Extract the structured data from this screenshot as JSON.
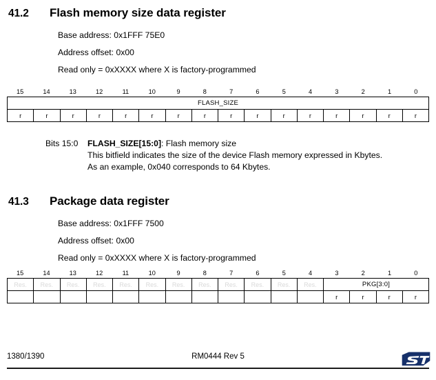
{
  "document": {
    "footer": {
      "page_number": "1380/1390",
      "doc_reference": "RM0444 Rev 5",
      "logo_name": "st-logo"
    }
  },
  "sections": [
    {
      "number": "41.2",
      "title": "Flash memory size data register",
      "lines": [
        "Base address: 0x1FFF 75E0",
        "Address offset: 0x00",
        "Read only = 0xXXXX where X is factory-programmed"
      ],
      "bit_numbers": [
        "15",
        "14",
        "13",
        "12",
        "11",
        "10",
        "9",
        "8",
        "7",
        "6",
        "5",
        "4",
        "3",
        "2",
        "1",
        "0"
      ],
      "fields": [
        {
          "label": "FLASH_SIZE",
          "span": 16,
          "reserved": false
        }
      ],
      "access": [
        {
          "label": "r",
          "span": 1
        },
        {
          "label": "r",
          "span": 1
        },
        {
          "label": "r",
          "span": 1
        },
        {
          "label": "r",
          "span": 1
        },
        {
          "label": "r",
          "span": 1
        },
        {
          "label": "r",
          "span": 1
        },
        {
          "label": "r",
          "span": 1
        },
        {
          "label": "r",
          "span": 1
        },
        {
          "label": "r",
          "span": 1
        },
        {
          "label": "r",
          "span": 1
        },
        {
          "label": "r",
          "span": 1
        },
        {
          "label": "r",
          "span": 1
        },
        {
          "label": "r",
          "span": 1
        },
        {
          "label": "r",
          "span": 1
        },
        {
          "label": "r",
          "span": 1
        },
        {
          "label": "r",
          "span": 1
        }
      ],
      "bit_descriptions": [
        {
          "bits_label": "Bits 15:0",
          "name": "FLASH_SIZE[15:0]",
          "summary": ": Flash memory size",
          "details": [
            "This bitfield indicates the size of the device Flash memory expressed in Kbytes.",
            "As an example, 0x040 corresponds to 64 Kbytes."
          ]
        }
      ]
    },
    {
      "number": "41.3",
      "title": "Package data register",
      "lines": [
        "Base address: 0x1FFF 7500",
        "Address offset: 0x00",
        "Read only = 0xXXXX where X is factory-programmed"
      ],
      "bit_numbers": [
        "15",
        "14",
        "13",
        "12",
        "11",
        "10",
        "9",
        "8",
        "7",
        "6",
        "5",
        "4",
        "3",
        "2",
        "1",
        "0"
      ],
      "fields": [
        {
          "label": "Res.",
          "span": 1,
          "reserved": true
        },
        {
          "label": "Res.",
          "span": 1,
          "reserved": true
        },
        {
          "label": "Res.",
          "span": 1,
          "reserved": true
        },
        {
          "label": "Res.",
          "span": 1,
          "reserved": true
        },
        {
          "label": "Res.",
          "span": 1,
          "reserved": true
        },
        {
          "label": "Res.",
          "span": 1,
          "reserved": true
        },
        {
          "label": "Res.",
          "span": 1,
          "reserved": true
        },
        {
          "label": "Res.",
          "span": 1,
          "reserved": true
        },
        {
          "label": "Res.",
          "span": 1,
          "reserved": true
        },
        {
          "label": "Res.",
          "span": 1,
          "reserved": true
        },
        {
          "label": "Res.",
          "span": 1,
          "reserved": true
        },
        {
          "label": "Res.",
          "span": 1,
          "reserved": true
        },
        {
          "label": "PKG[3:0]",
          "span": 4,
          "reserved": false
        }
      ],
      "access": [
        {
          "label": "",
          "span": 1
        },
        {
          "label": "",
          "span": 1
        },
        {
          "label": "",
          "span": 1
        },
        {
          "label": "",
          "span": 1
        },
        {
          "label": "",
          "span": 1
        },
        {
          "label": "",
          "span": 1
        },
        {
          "label": "",
          "span": 1
        },
        {
          "label": "",
          "span": 1
        },
        {
          "label": "",
          "span": 1
        },
        {
          "label": "",
          "span": 1
        },
        {
          "label": "",
          "span": 1
        },
        {
          "label": "",
          "span": 1
        },
        {
          "label": "r",
          "span": 1
        },
        {
          "label": "r",
          "span": 1
        },
        {
          "label": "r",
          "span": 1
        },
        {
          "label": "r",
          "span": 1
        }
      ],
      "bit_descriptions": []
    }
  ],
  "colors": {
    "reserved_text": "#d9d9d9",
    "border": "#000000",
    "logo": "#16306a"
  }
}
